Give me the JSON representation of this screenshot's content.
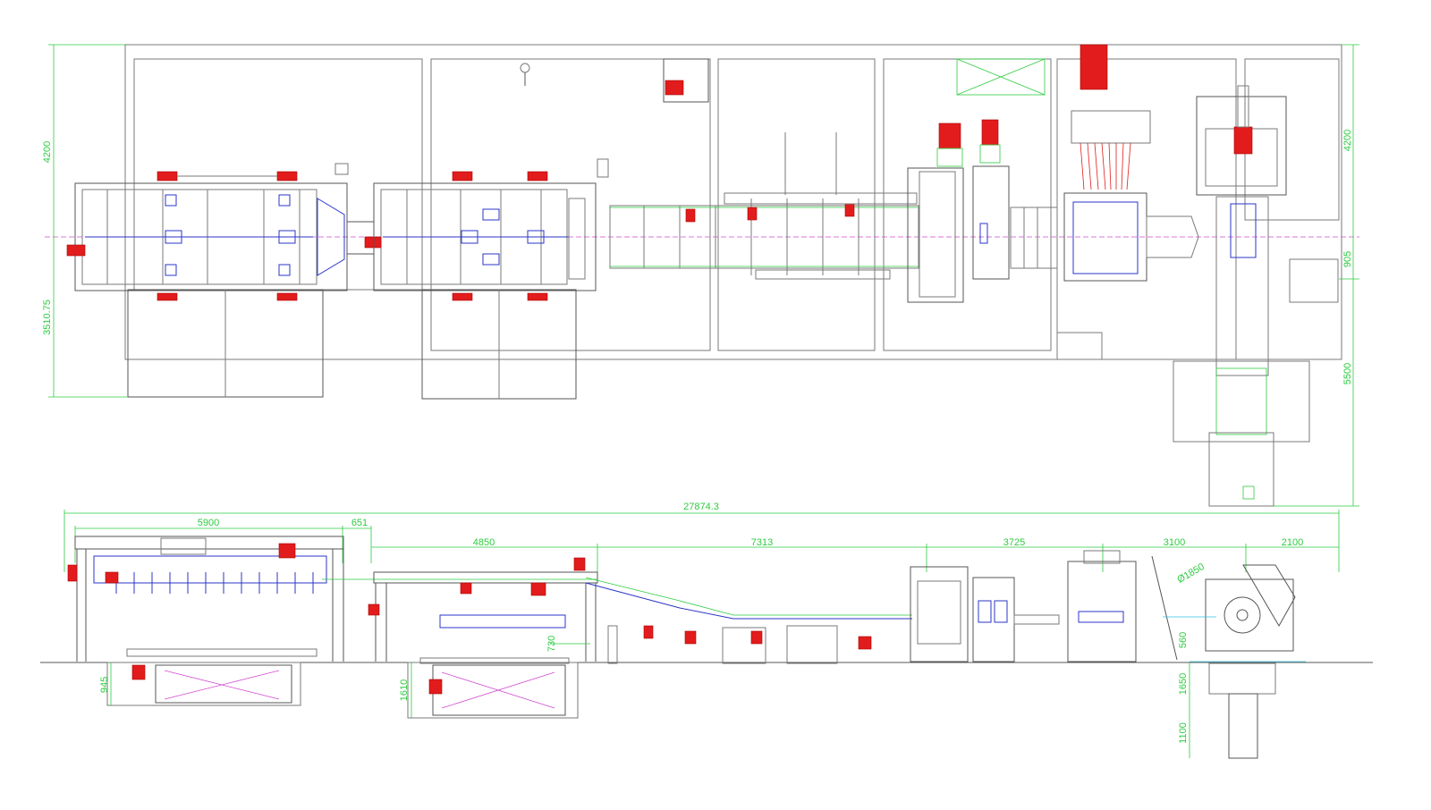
{
  "drawing": {
    "dimensions": {
      "plan_left_top": "4200",
      "plan_left_bottom": "3510.75",
      "plan_right_top": "4200",
      "plan_right_mid": "905",
      "plan_right_bottom": "5500",
      "overall_length": "27874.3",
      "seg_1": "5900",
      "seg_2": "651",
      "seg_3": "4850",
      "seg_4": "7313",
      "seg_5": "3725",
      "seg_6": "3100",
      "seg_7": "2100",
      "pit_1_depth": "945",
      "pit_2_depth": "1610",
      "conveyor_height": "730",
      "coil_diameter": "Ø1850",
      "coil_car_height": "560",
      "pit_3_depth_a": "1650",
      "pit_3_depth_b": "1100"
    },
    "colors": {
      "line": "#7a7a7a",
      "dimension": "#2ecc40",
      "centerline": "#d04ad0",
      "motor": "#e21c1c",
      "hydraulic": "#2b36c8",
      "strip": "#2bc0e0"
    }
  }
}
